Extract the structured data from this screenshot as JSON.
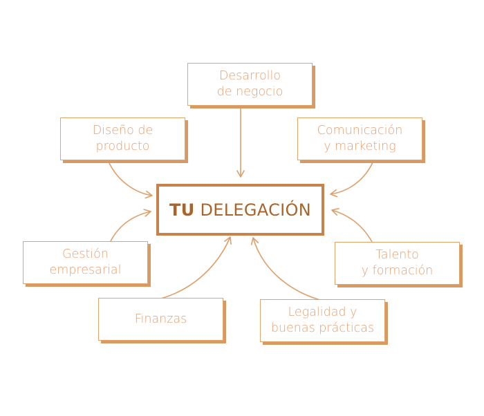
{
  "diagram": {
    "center": {
      "prefix": "TU",
      "title": "DELEGACIÓN"
    },
    "nodes": {
      "desarrollo": "Desarrollo\nde negocio",
      "diseno": "Diseño de\nproducto",
      "comunicacion": "Comunicación\ny marketing",
      "gestion": "Gestión\nempresarial",
      "talento": "Talento\ny formación",
      "finanzas": "Finanzas",
      "legalidad": "Legalidad y\nbuenas prácticas"
    },
    "colors": {
      "box_border": "#e3a36b",
      "box_shadow": "#d89a63",
      "text": "#e3a172",
      "center_border": "#c8834d",
      "center_text": "#a8642b",
      "arrow": "#dd9f69"
    }
  }
}
